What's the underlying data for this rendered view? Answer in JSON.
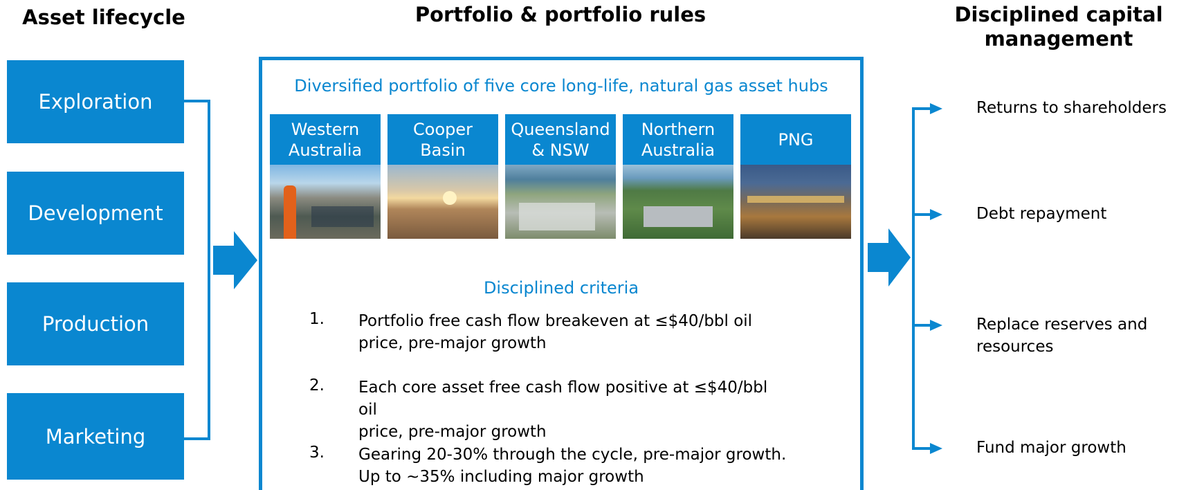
{
  "headings": {
    "lifecycle": "Asset lifecycle",
    "portfolio": "Portfolio & portfolio rules",
    "capital_line1": "Disciplined capital",
    "capital_line2": "management"
  },
  "lifecycle_stages": [
    "Exploration",
    "Development",
    "Production",
    "Marketing"
  ],
  "portfolio": {
    "subtitle": "Diversified portfolio of five core long-life, natural gas asset hubs",
    "hubs": [
      {
        "line1": "Western",
        "line2": "Australia"
      },
      {
        "line1": "Cooper",
        "line2": "Basin"
      },
      {
        "line1": "Queensland",
        "line2": "& NSW"
      },
      {
        "line1": "Northern",
        "line2": "Australia"
      },
      {
        "line1": "PNG",
        "line2": ""
      }
    ],
    "criteria_title": "Disciplined criteria",
    "criteria": [
      {
        "num": "1.",
        "line1": "Portfolio free cash flow breakeven at ≤$40/bbl oil",
        "line2": "price, pre-major growth"
      },
      {
        "num": "2.",
        "line1": "Each core asset free cash flow positive at ≤$40/bbl oil",
        "line2": "price, pre-major growth"
      },
      {
        "num": "3.",
        "line1": "Gearing 20-30% through the cycle, pre-major growth.",
        "line2": "Up to ~35% including major growth"
      }
    ]
  },
  "capital_outcomes": [
    {
      "line1": "Returns to shareholders",
      "line2": ""
    },
    {
      "line1": "Debt repayment",
      "line2": ""
    },
    {
      "line1": "Replace reserves and",
      "line2": "resources"
    },
    {
      "line1": "Fund major growth",
      "line2": ""
    }
  ],
  "colors": {
    "accent": "#0a87d0"
  }
}
